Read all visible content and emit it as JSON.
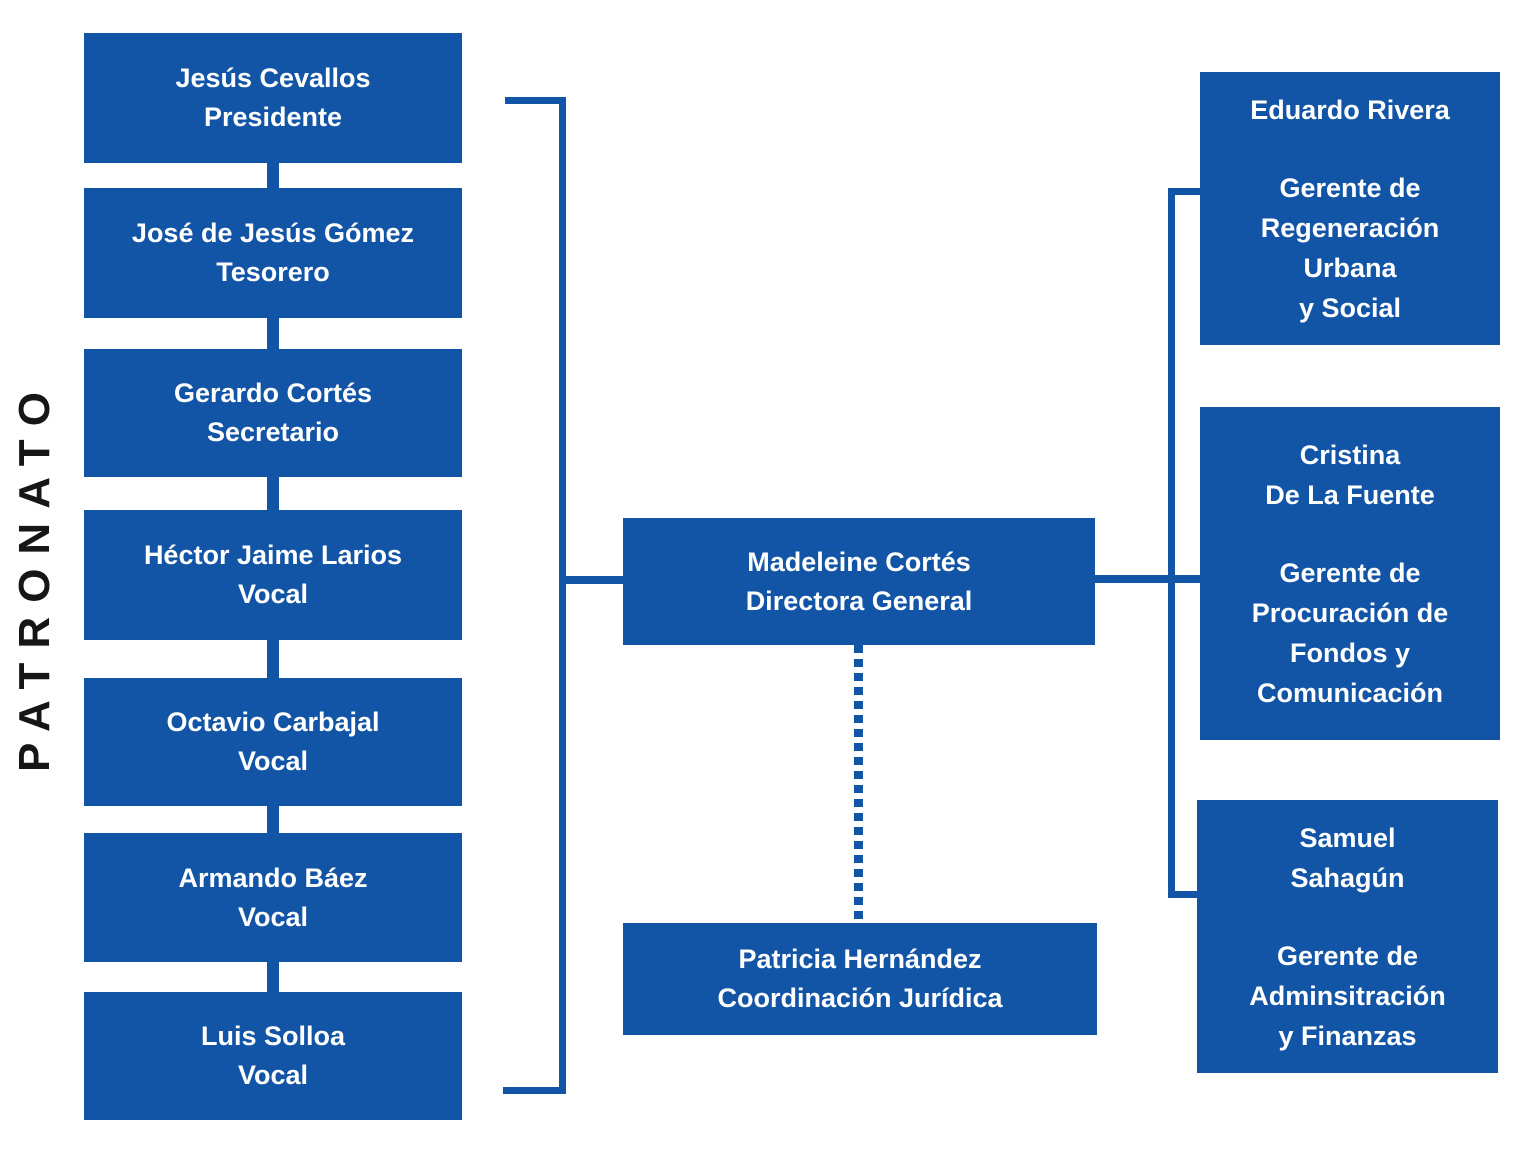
{
  "title": "PATRONATO",
  "colors": {
    "box_blue": "#1254a5",
    "text_white": "#ffffff",
    "label_black": "#161616"
  },
  "patronato": {
    "label": "PATRONATO",
    "members": [
      {
        "name": "Jesús Cevallos",
        "role": "Presidente"
      },
      {
        "name": "José de Jesús Gómez",
        "role": "Tesorero"
      },
      {
        "name": "Gerardo Cortés",
        "role": "Secretario"
      },
      {
        "name": "Héctor Jaime Larios",
        "role": "Vocal"
      },
      {
        "name": "Octavio Carbajal",
        "role": "Vocal"
      },
      {
        "name": "Armando Báez",
        "role": "Vocal"
      },
      {
        "name": "Luis Solloa",
        "role": "Vocal"
      }
    ]
  },
  "direction": {
    "name": "Madeleine Cortés",
    "role": "Directora General"
  },
  "legal": {
    "name": "Patricia Hernández",
    "role": "Coordinación Jurídica"
  },
  "managers": [
    {
      "name": "Eduardo Rivera",
      "role": "Gerente de\nRegeneración\nUrbana\ny Social"
    },
    {
      "name": "Cristina\nDe La Fuente",
      "role": "Gerente de\nProcuración de\nFondos y\nComunicación"
    },
    {
      "name": "Samuel\nSahagún",
      "role": "Gerente de\nAdminsitración\ny Finanzas"
    }
  ]
}
